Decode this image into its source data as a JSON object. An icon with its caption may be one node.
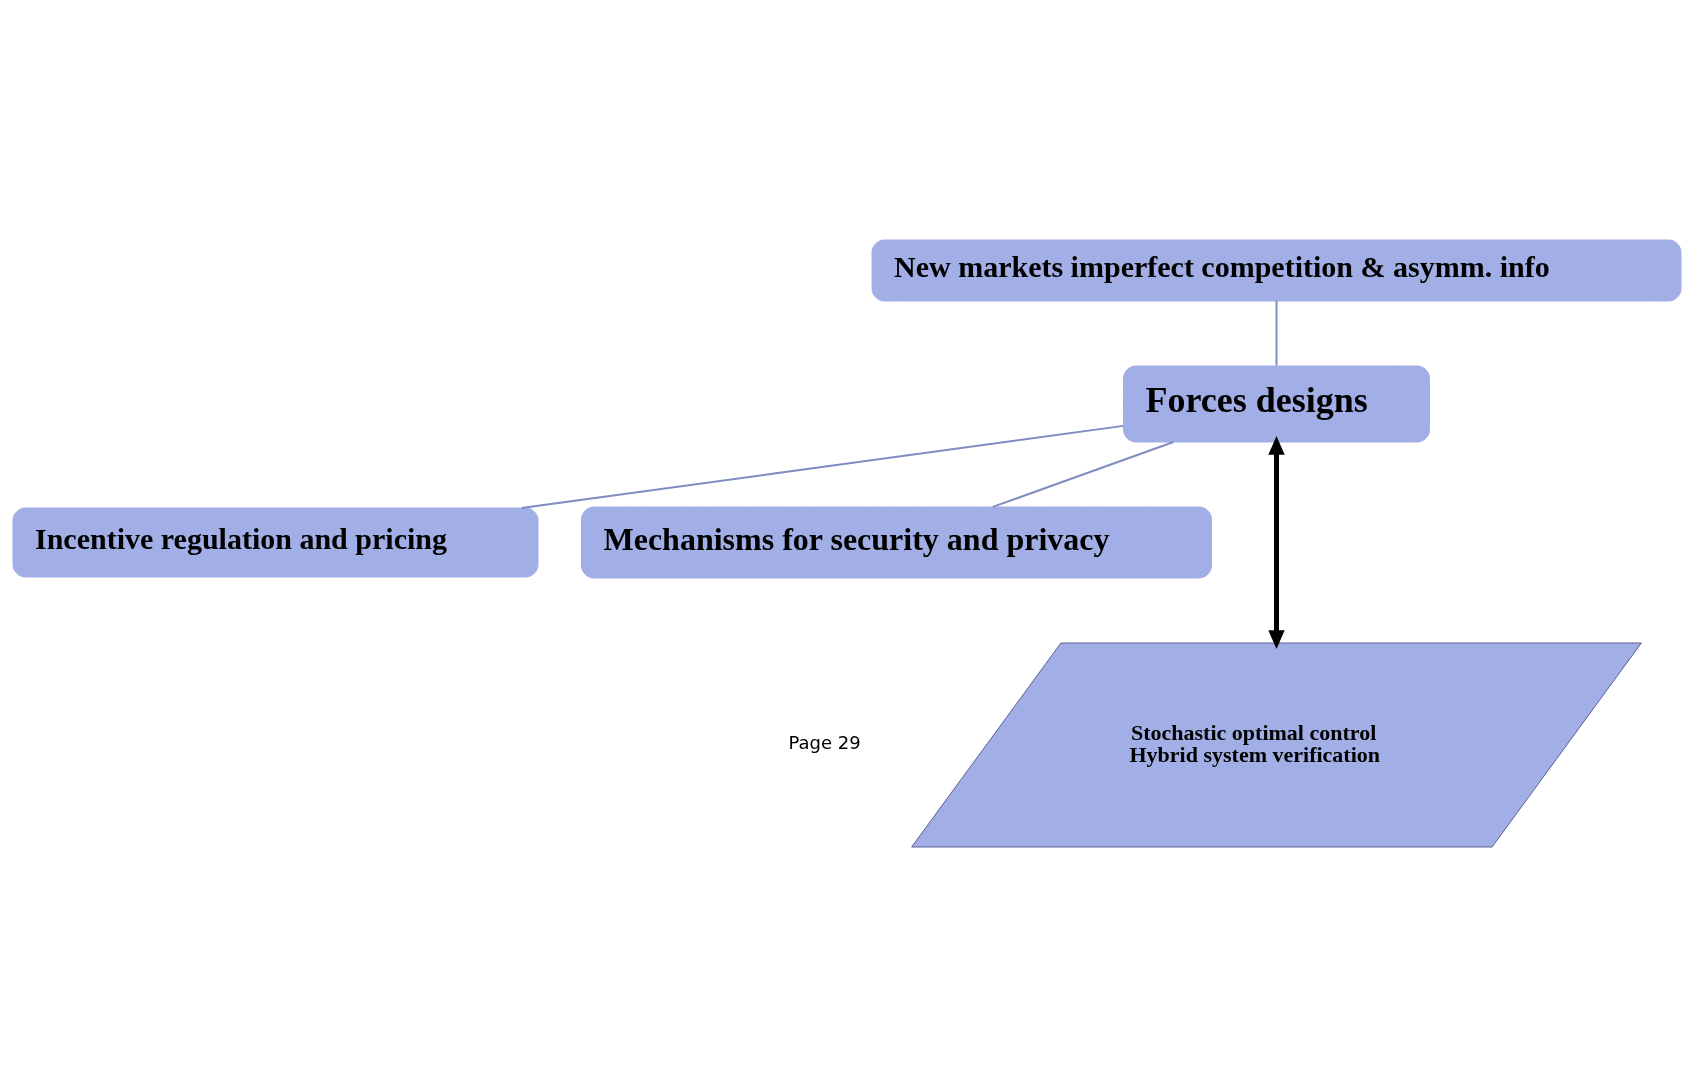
{
  "diagram": {
    "nodes": [
      {
        "text": [
          "New markets imperfect competition & asymm. info"
        ]
      },
      {
        "text": [
          "Forces designs"
        ]
      },
      {
        "text": [
          "Incentive regulation and pricing"
        ]
      },
      {
        "text": [
          "Mechanisms for security and privacy"
        ]
      },
      {
        "text": [
          "Stochastic optimal control",
          "Hybrid system verification"
        ]
      }
    ],
    "edges": [
      {
        "from": 0,
        "to": 1,
        "arrow": "none"
      },
      {
        "from": 1,
        "to": 2,
        "arrow": "none"
      },
      {
        "from": 1,
        "to": 3,
        "arrow": "none"
      },
      {
        "from": 1,
        "to": 4,
        "arrow": "both",
        "style": "thick",
        "color": "#000000"
      }
    ],
    "labels": [
      "Page 29"
    ]
  }
}
